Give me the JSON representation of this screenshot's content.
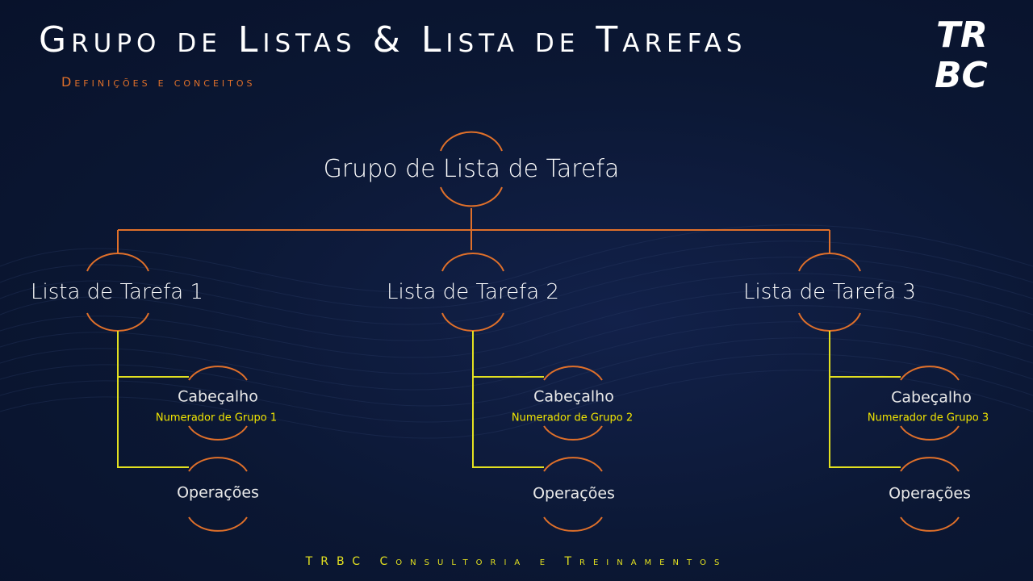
{
  "header": {
    "title": "Grupo de Listas & Lista de Tarefas",
    "subtitle": "Definições e conceitos"
  },
  "logo": {
    "line1": "TR",
    "line2": "BC"
  },
  "diagram": {
    "root": "Grupo de Lista de Tarefa",
    "lists": [
      {
        "label": "Lista de Tarefa 1",
        "header": "Cabeçalho",
        "numerator": "Numerador de Grupo 1",
        "ops": "Operações"
      },
      {
        "label": "Lista de Tarefa 2",
        "header": "Cabeçalho",
        "numerator": "Numerador de Grupo 2",
        "ops": "Operações"
      },
      {
        "label": "Lista de Tarefa 3",
        "header": "Cabeçalho",
        "numerator": "Numerador de Grupo 3",
        "ops": "Operações"
      }
    ]
  },
  "footer": {
    "text": "TRBC Consultoria e Treinamentos"
  },
  "colors": {
    "background": "#0b1733",
    "accent": "#e0702a",
    "connector_lower": "#e2e020",
    "text": "#ffffff"
  }
}
